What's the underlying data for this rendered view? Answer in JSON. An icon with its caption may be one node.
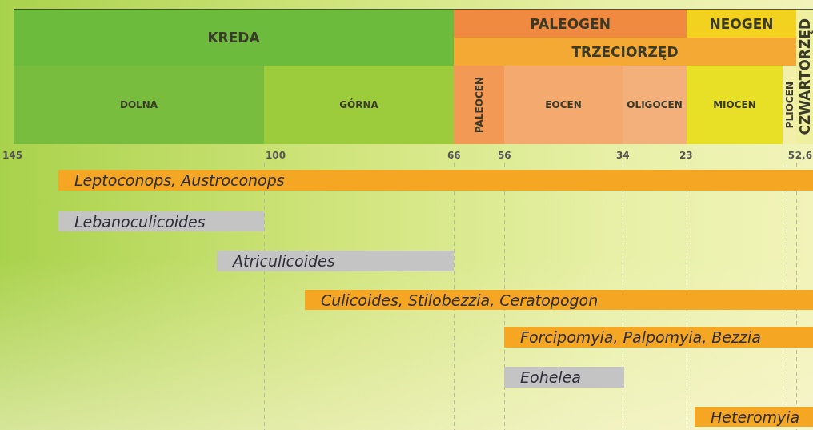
{
  "diagram": {
    "nodes": [
      {
        "text": [
          "KREDA"
        ]
      },
      {
        "text": [
          "PALEOGEN"
        ]
      },
      {
        "text": [
          "NEOGEN"
        ]
      },
      {
        "text": [
          "TRZECIORZĘD"
        ]
      },
      {
        "text": [
          "CZWARTORZĘD"
        ]
      },
      {
        "text": [
          "DOLNA"
        ]
      },
      {
        "text": [
          "GÓRNA"
        ]
      },
      {
        "text": [
          "PALEOCEN"
        ]
      },
      {
        "text": [
          "EOCEN"
        ]
      },
      {
        "text": [
          "OLIGOCEN"
        ]
      },
      {
        "text": [
          "MIOCEN"
        ]
      },
      {
        "text": [
          "PLIOCEN"
        ]
      },
      {
        "text": [
          "Leptoconops, Austroconops"
        ]
      },
      {
        "text": [
          "Lebanoculicoides"
        ]
      },
      {
        "text": [
          "Atriculicoides"
        ]
      },
      {
        "text": [
          "Culicoides, Stilobezzia, Ceratopogon"
        ]
      },
      {
        "text": [
          "Forcipomyia, Palpomyia, Bezzia"
        ]
      },
      {
        "text": [
          "Eohelea"
        ]
      },
      {
        "text": [
          "Heteromyia"
        ]
      }
    ],
    "labels": [
      "145",
      "100",
      "66",
      "56",
      "34",
      "23",
      "5",
      "2,6"
    ]
  }
}
